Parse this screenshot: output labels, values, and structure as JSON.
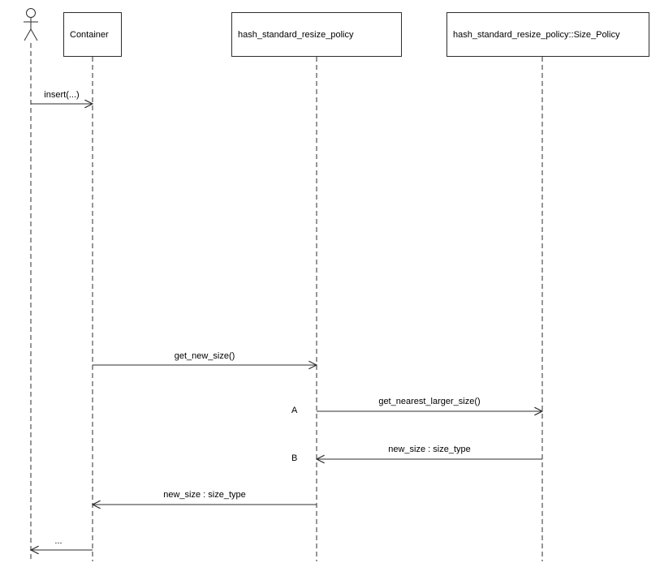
{
  "colors": {
    "background": "#ffffff",
    "line": "#2e2e2e",
    "text": "#000000"
  },
  "diagram": {
    "participants": [
      {
        "label": "Container"
      },
      {
        "label": "hash_standard_resize_policy"
      },
      {
        "label": "hash_standard_resize_policy::Size_Policy"
      }
    ],
    "messages": [
      {
        "label": "insert(...)"
      },
      {
        "label": "get_new_size()"
      },
      {
        "label": "get_nearest_larger_size()",
        "marker": "A"
      },
      {
        "label": "new_size : size_type",
        "marker": "B"
      },
      {
        "label": "new_size : size_type"
      },
      {
        "label": "..."
      }
    ]
  }
}
